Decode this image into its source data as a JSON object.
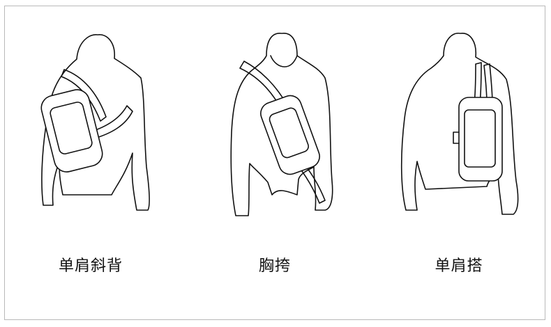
{
  "carry_styles": [
    {
      "label": "单肩斜背"
    },
    {
      "label": "胸挎"
    },
    {
      "label": "单肩搭"
    }
  ]
}
